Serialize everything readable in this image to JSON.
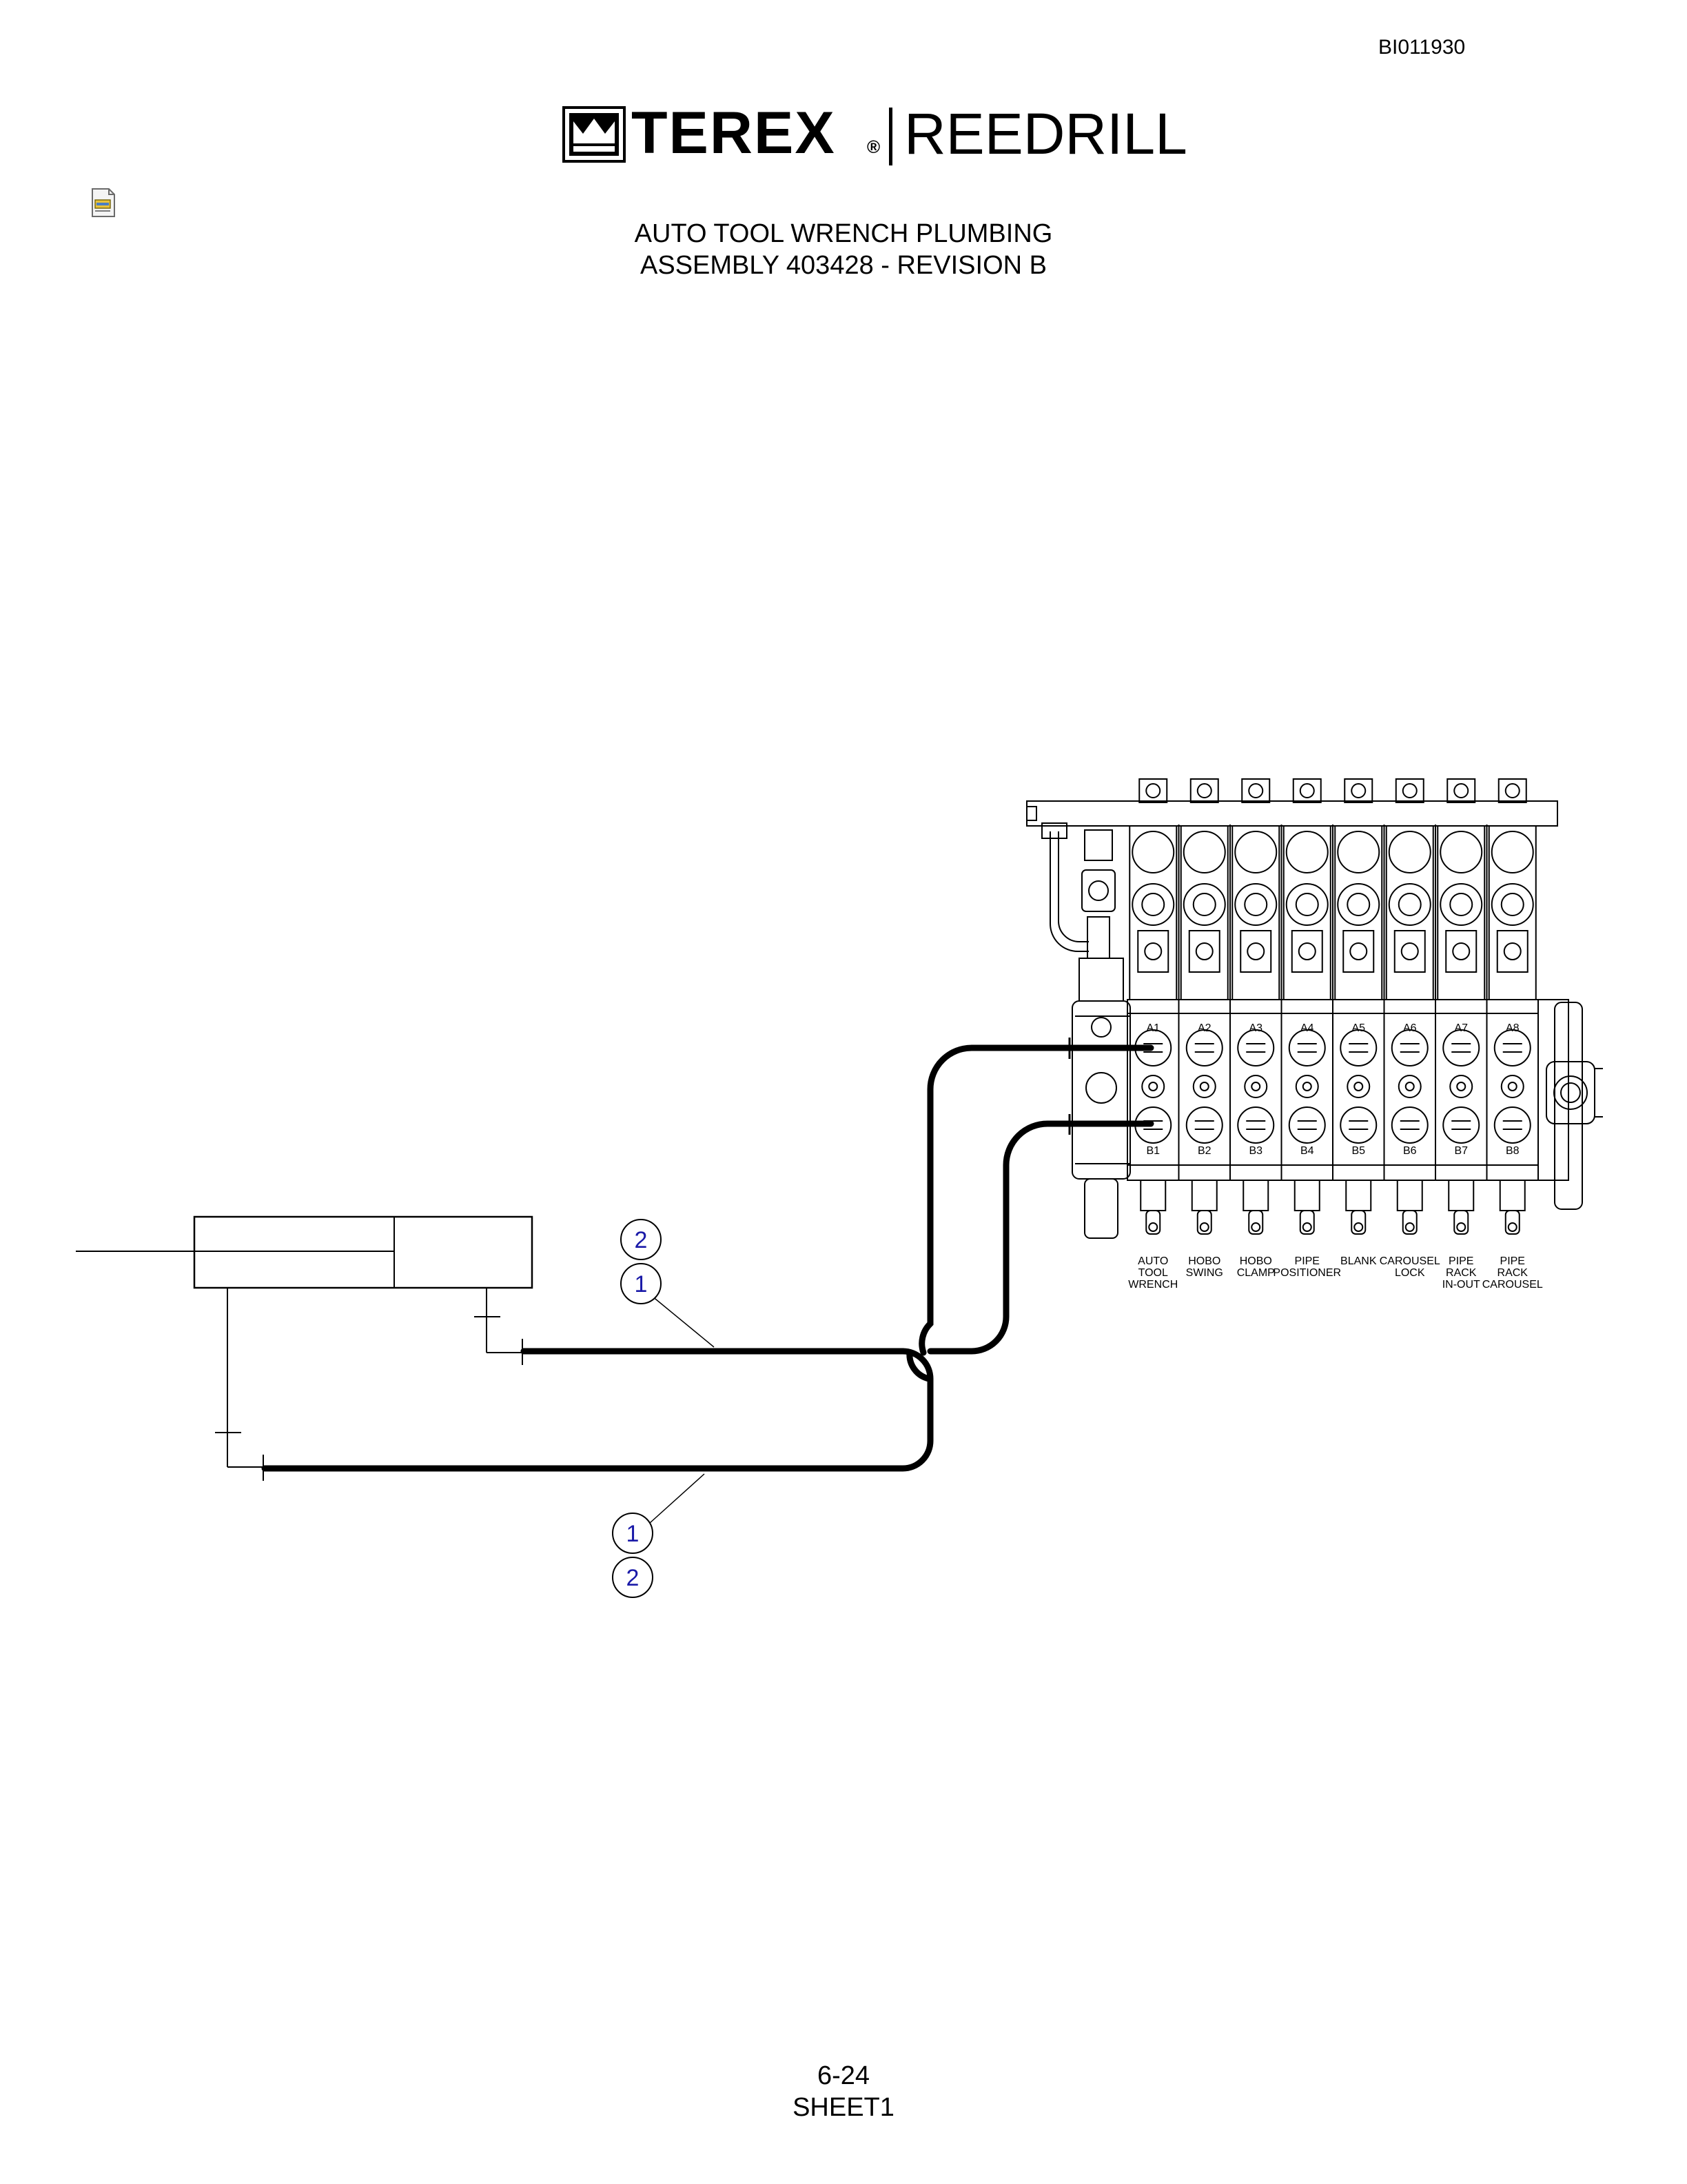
{
  "header": {
    "doc_id": "BI011930",
    "brand_main": "TEREX",
    "brand_reg": "®",
    "brand_sub": "REEDRILL"
  },
  "title": {
    "line1": "AUTO TOOL WRENCH PLUMBING",
    "line2": "ASSEMBLY 403428 - REVISION B"
  },
  "valve_labels": [
    [
      "AUTO",
      "TOOL",
      "WRENCH"
    ],
    [
      "HOBO",
      "SWING"
    ],
    [
      "HOBO",
      "CLAMP"
    ],
    [
      "PIPE",
      "POSITIONER"
    ],
    [
      "BLANK"
    ],
    [
      "CAROUSEL",
      "LOCK"
    ],
    [
      "PIPE",
      "RACK",
      "IN-OUT"
    ],
    [
      "PIPE",
      "RACK",
      "CAROUSEL"
    ]
  ],
  "port_labels": {
    "top": [
      "A1",
      "A2",
      "A3",
      "A4",
      "A5",
      "A6",
      "A7",
      "A8"
    ],
    "bottom": [
      "B1",
      "B2",
      "B3",
      "B4",
      "B5",
      "B6",
      "B7",
      "B8"
    ]
  },
  "callouts": {
    "upper_top": "2",
    "upper_bottom": "1",
    "lower_top": "1",
    "lower_bottom": "2"
  },
  "footer": {
    "page": "6-24",
    "sheet": "SHEET1"
  },
  "icons": [
    "crown-logo-icon",
    "document-icon"
  ]
}
